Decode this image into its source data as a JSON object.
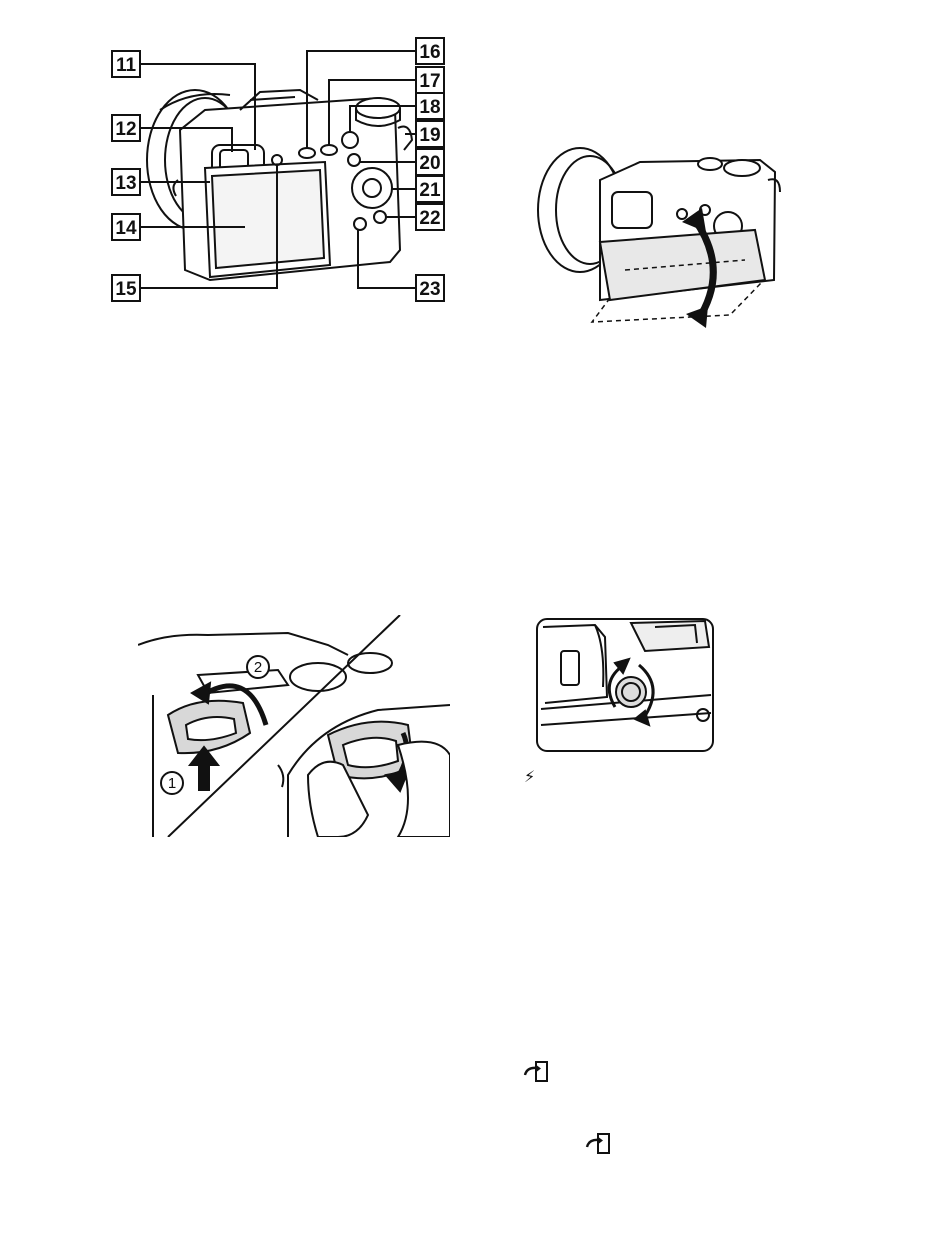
{
  "callouts": {
    "c11": "11",
    "c12": "12",
    "c13": "13",
    "c14": "14",
    "c15": "15",
    "c16": "16",
    "c17": "17",
    "c18": "18",
    "c19": "19",
    "c20": "20",
    "c21": "21",
    "c22": "22",
    "c23": "23"
  },
  "steps": {
    "step1": "1",
    "step2": "2"
  },
  "inline_icons": {
    "flash": "⚡",
    "send_to_smartphone_1": "↪▯",
    "send_to_smartphone_2": "↪▯"
  },
  "colors": {
    "ink": "#111111",
    "panel_fill": "#e8e8e8",
    "callout_box": "#ffffff"
  }
}
